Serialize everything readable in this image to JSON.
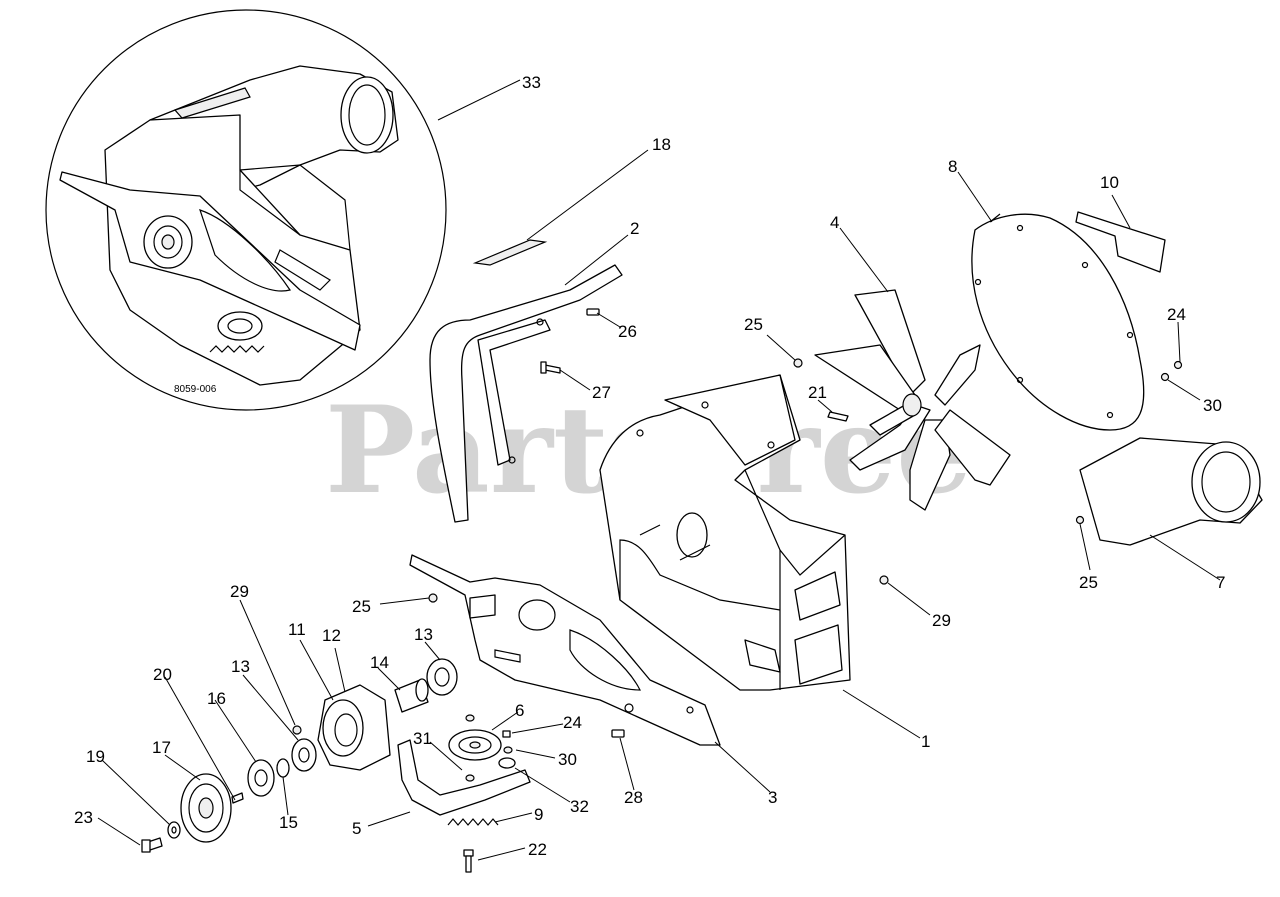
{
  "watermark": "PartsTree",
  "inset_code": "8059-006",
  "callouts": [
    {
      "id": "33",
      "label": "33"
    },
    {
      "id": "18",
      "label": "18"
    },
    {
      "id": "2",
      "label": "2"
    },
    {
      "id": "4",
      "label": "4"
    },
    {
      "id": "8",
      "label": "8"
    },
    {
      "id": "10",
      "label": "10"
    },
    {
      "id": "24a",
      "label": "24"
    },
    {
      "id": "30a",
      "label": "30"
    },
    {
      "id": "25a",
      "label": "25"
    },
    {
      "id": "26",
      "label": "26"
    },
    {
      "id": "27",
      "label": "27"
    },
    {
      "id": "21",
      "label": "21"
    },
    {
      "id": "25b",
      "label": "25"
    },
    {
      "id": "7",
      "label": "7"
    },
    {
      "id": "29a",
      "label": "29"
    },
    {
      "id": "25c",
      "label": "25"
    },
    {
      "id": "29b",
      "label": "29"
    },
    {
      "id": "11",
      "label": "11"
    },
    {
      "id": "12",
      "label": "12"
    },
    {
      "id": "13a",
      "label": "13"
    },
    {
      "id": "14",
      "label": "14"
    },
    {
      "id": "20",
      "label": "20"
    },
    {
      "id": "13b",
      "label": "13"
    },
    {
      "id": "16",
      "label": "16"
    },
    {
      "id": "17",
      "label": "17"
    },
    {
      "id": "19",
      "label": "19"
    },
    {
      "id": "23",
      "label": "23"
    },
    {
      "id": "15",
      "label": "15"
    },
    {
      "id": "31",
      "label": "31"
    },
    {
      "id": "6",
      "label": "6"
    },
    {
      "id": "24b",
      "label": "24"
    },
    {
      "id": "30b",
      "label": "30"
    },
    {
      "id": "32",
      "label": "32"
    },
    {
      "id": "28",
      "label": "28"
    },
    {
      "id": "3",
      "label": "3"
    },
    {
      "id": "1",
      "label": "1"
    },
    {
      "id": "5",
      "label": "5"
    },
    {
      "id": "9",
      "label": "9"
    },
    {
      "id": "22",
      "label": "22"
    }
  ]
}
